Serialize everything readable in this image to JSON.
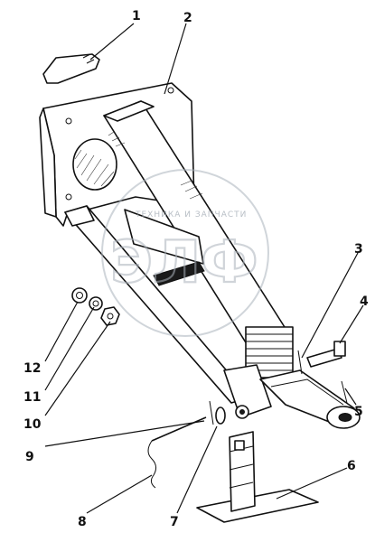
{
  "callouts": [
    {
      "id": "1",
      "label": "1"
    },
    {
      "id": "2",
      "label": "2"
    },
    {
      "id": "3",
      "label": "3"
    },
    {
      "id": "4",
      "label": "4"
    },
    {
      "id": "5",
      "label": "5"
    },
    {
      "id": "6",
      "label": "6"
    },
    {
      "id": "7",
      "label": "7"
    },
    {
      "id": "8",
      "label": "8"
    },
    {
      "id": "9",
      "label": "9"
    },
    {
      "id": "10",
      "label": "10"
    },
    {
      "id": "11",
      "label": "11"
    },
    {
      "id": "12",
      "label": "12"
    }
  ],
  "watermark": {
    "caption": "ТЕХНИКА И ЗАПЧАСТИ",
    "logo": "ЭЛФ"
  }
}
